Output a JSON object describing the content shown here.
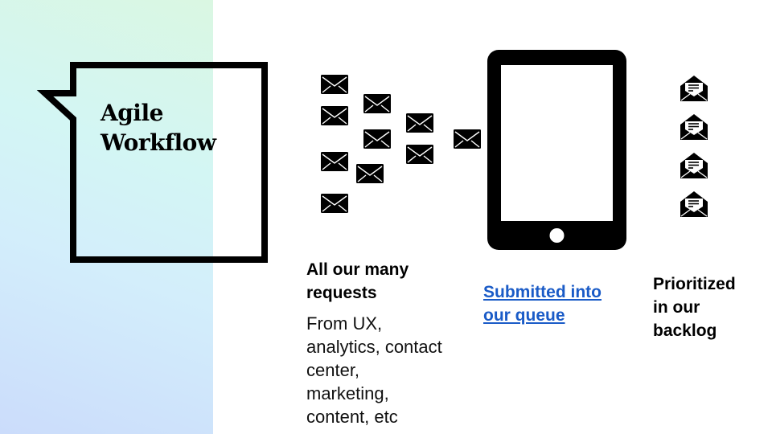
{
  "slide": {
    "title_line1": "Agile",
    "title_line2": "Workflow",
    "background_gradient": [
      "#daf7e2",
      "#d3f6f4",
      "#d3eefb",
      "#cbdcfb"
    ],
    "accent_link_color": "#1a5bc7"
  },
  "columns": [
    {
      "heading_line1": "All our many",
      "heading_line2": "requests",
      "body_lines": [
        "From UX,",
        "analytics, contact",
        "center,",
        "marketing,",
        "content, etc"
      ],
      "icon": "envelope-icon",
      "icon_count": 9
    },
    {
      "link_line1": "Submitted into",
      "link_line2": "our queue",
      "icon": "tablet-icon",
      "incoming_icon": "envelope-icon"
    },
    {
      "heading_lines": [
        "Prioritized",
        "in our",
        "backlog"
      ],
      "icon": "open-envelope-icon",
      "icon_count": 4
    }
  ]
}
